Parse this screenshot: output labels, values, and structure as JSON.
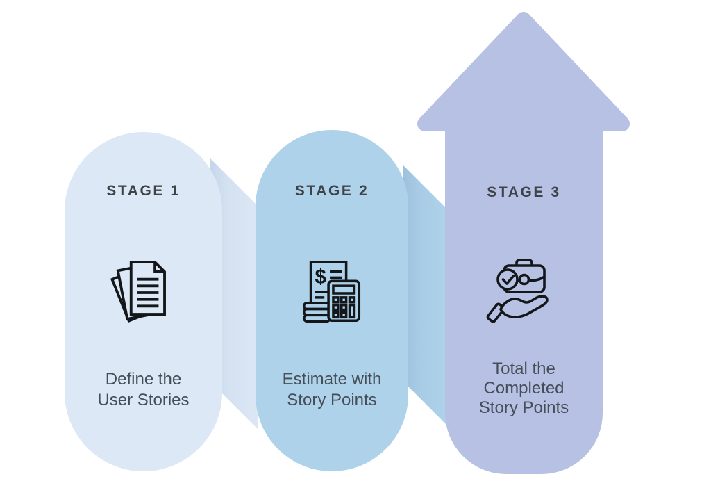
{
  "diagram": {
    "title_semantic": "agile-story-points-stages",
    "background": "#ffffff",
    "text_colors": {
      "label": "#3e4347",
      "description": "#454e58"
    },
    "icon_stroke": "#14171a",
    "stages": [
      {
        "label": "STAGE 1",
        "description_lines": [
          "Define the",
          "User Stories"
        ],
        "icon": "documents-icon",
        "shape": "pill",
        "fill": "#dce8f6",
        "connector_fill": "#d4e1f1"
      },
      {
        "label": "STAGE 2",
        "description_lines": [
          "Estimate with",
          "Story Points"
        ],
        "icon": "receipt-calculator-icon",
        "shape": "pill",
        "fill": "#aed2e9",
        "connector_fill": "#a8cce5"
      },
      {
        "label": "STAGE 3",
        "description_lines": [
          "Total the",
          "Completed",
          "Story Points"
        ],
        "icon": "briefcase-check-hand-icon",
        "shape": "up-arrow",
        "fill": "#b7c1e3"
      }
    ]
  }
}
